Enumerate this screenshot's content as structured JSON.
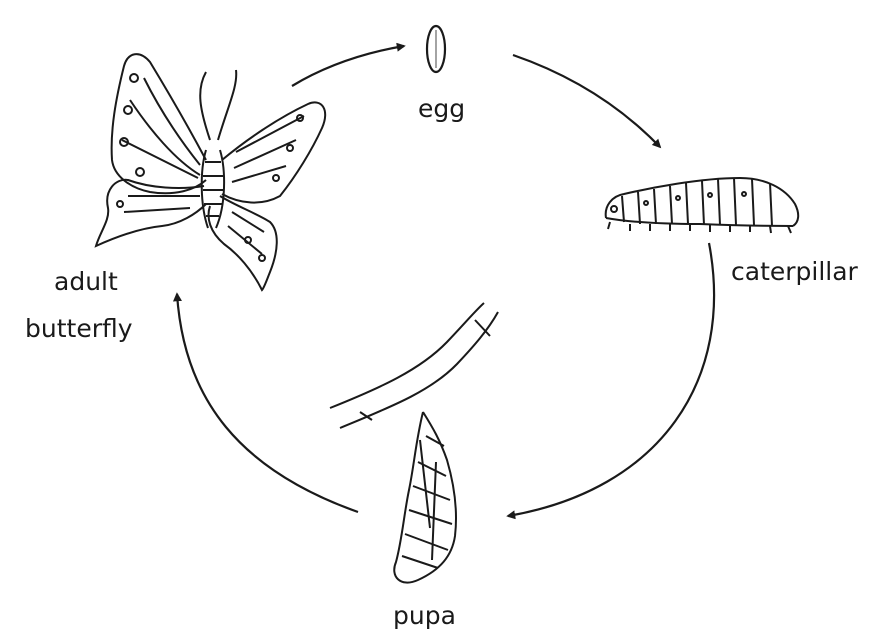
{
  "diagram": {
    "stages": [
      {
        "id": "egg",
        "label": "egg"
      },
      {
        "id": "caterpillar",
        "label": "caterpillar"
      },
      {
        "id": "pupa",
        "label": "pupa"
      },
      {
        "id": "adult",
        "label_line1": "adult",
        "label_line2": "butterfly"
      }
    ],
    "cycle": [
      "egg",
      "caterpillar",
      "pupa",
      "adult"
    ],
    "colors": {
      "ink": "#1a1a1a",
      "background": "#ffffff"
    }
  }
}
